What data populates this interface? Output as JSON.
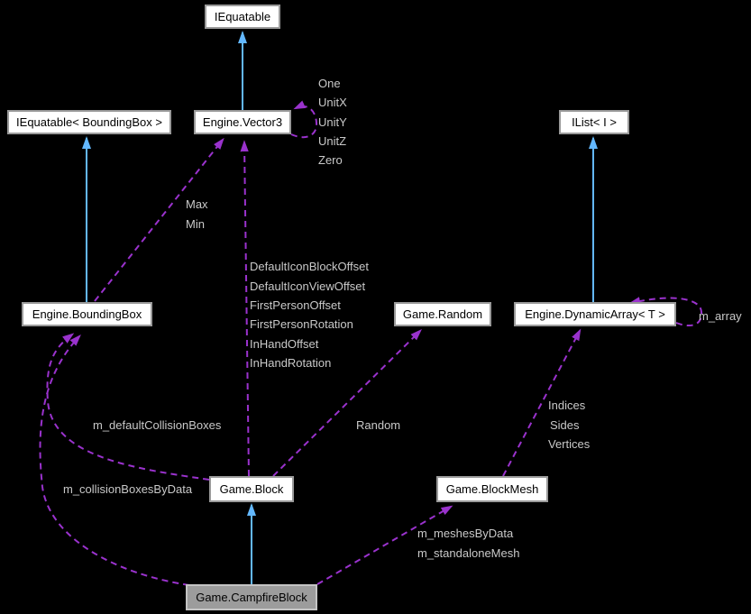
{
  "nodes": {
    "iequatable": "IEquatable",
    "iequatable_boundingbox": "IEquatable< BoundingBox >",
    "vector3": "Engine.Vector3",
    "ilist": "IList< I >",
    "boundingbox": "Engine.BoundingBox",
    "random": "Game.Random",
    "dynamicarray": "Engine.DynamicArray< T >",
    "block": "Game.Block",
    "blockmesh": "Game.BlockMesh",
    "campfireblock": "Game.CampfireBlock"
  },
  "edge_labels": {
    "vector3_self": {
      "items": [
        "One",
        "UnitX",
        "UnitY",
        "UnitZ",
        "Zero"
      ]
    },
    "boundingbox_to_vector3": {
      "items": [
        "Max",
        "Min"
      ]
    },
    "block_to_vector3": {
      "items": [
        "DefaultIconBlockOffset",
        "DefaultIconViewOffset",
        "FirstPersonOffset",
        "FirstPersonRotation",
        "InHandOffset",
        "InHandRotation"
      ]
    },
    "dynamicarray_self": "m_array",
    "block_to_boundingbox": "m_defaultCollisionBoxes",
    "block_to_random": "Random",
    "blockmesh_to_dynamicarray": {
      "items": [
        "Indices",
        "Sides",
        "Vertices"
      ]
    },
    "campfireblock_to_boundingbox": "m_collisionBoxesByData",
    "campfireblock_to_blockmesh": {
      "items": [
        "m_meshesByData",
        "m_standaloneMesh"
      ]
    }
  },
  "colors": {
    "background": "#000000",
    "inheritance_arrow": "#63b8ff",
    "usage_arrow": "#9a32cd",
    "node_background": "#ffffff",
    "node_border": "#9a9a9a",
    "highlight_node_background": "#9c9c9c",
    "edge_label_text": "#c9c9c9",
    "node_text": "#000000"
  }
}
